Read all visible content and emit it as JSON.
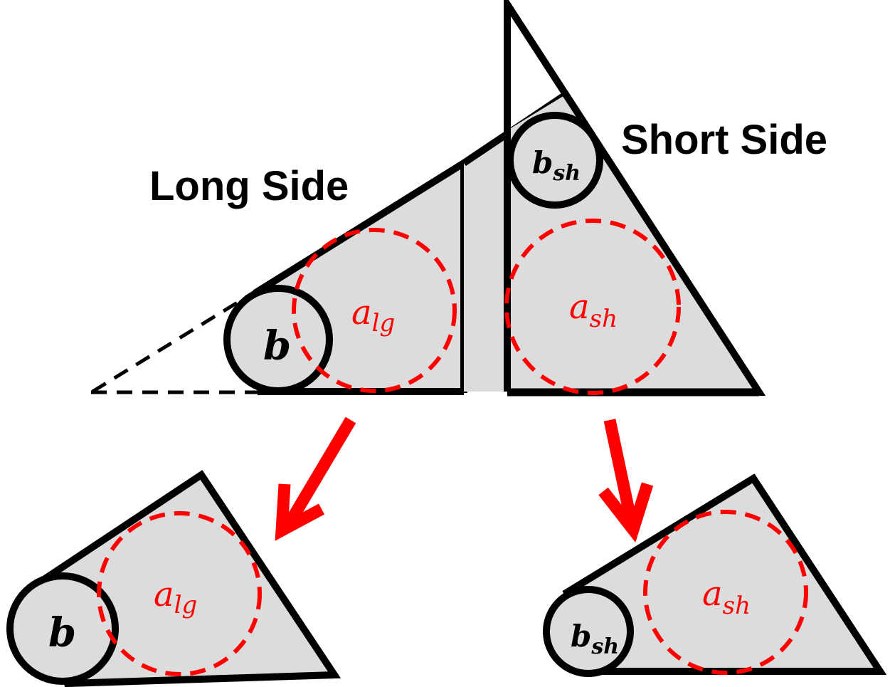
{
  "labels": {
    "long_side": "Long Side",
    "short_side": "Short Side"
  },
  "symbols": {
    "b": "b",
    "b_sh_base": "b",
    "b_sh_sub": "sh",
    "a_lg_base": "a",
    "a_lg_sub": "lg",
    "a_sh_base": "a",
    "a_sh_sub": "sh"
  },
  "colors": {
    "fill": "#dcdcdc",
    "stroke": "#000000",
    "accent": "#ff0000"
  }
}
